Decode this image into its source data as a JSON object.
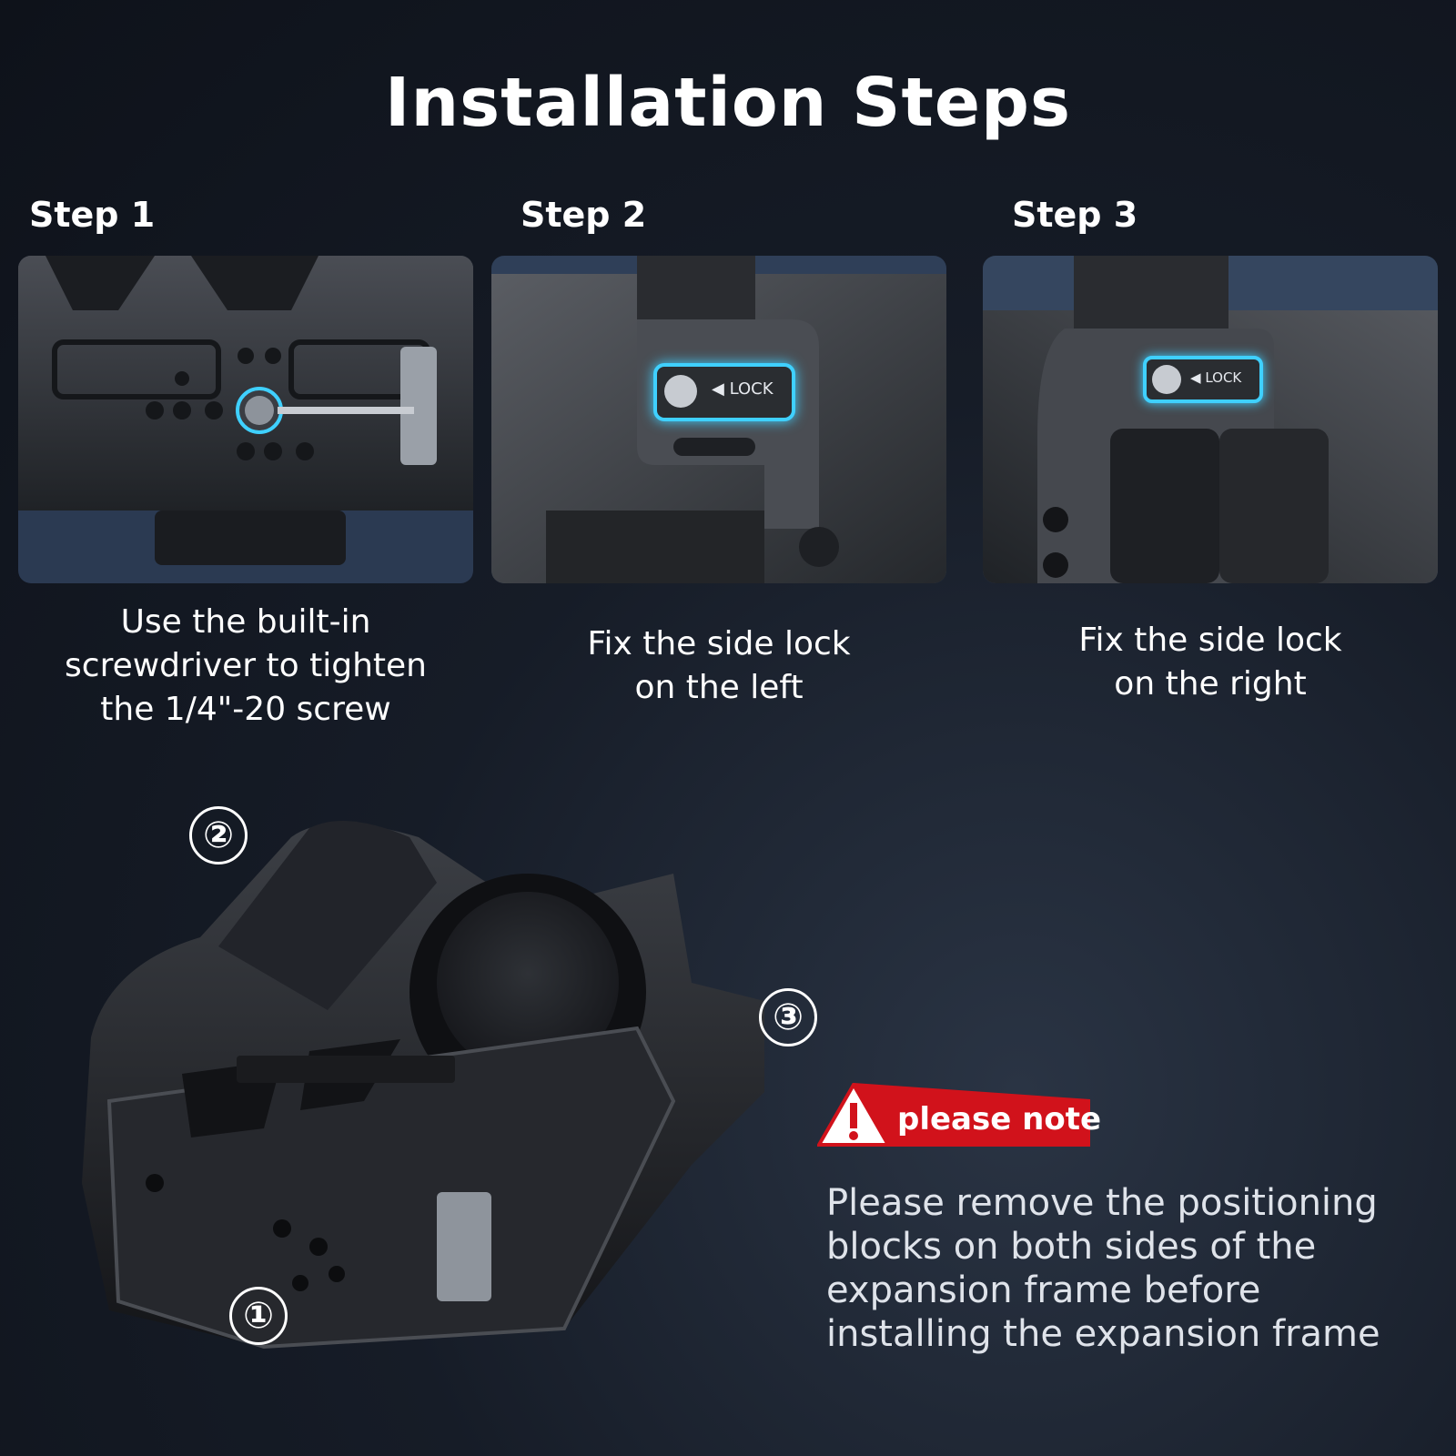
{
  "title": "Installation Steps",
  "steps": [
    {
      "label": "Step 1",
      "caption": [
        "Use the built-in",
        "screwdriver to tighten",
        "the 1/4\"-20 screw"
      ]
    },
    {
      "label": "Step 2",
      "caption": [
        "Fix the side lock",
        "on the left"
      ],
      "lock_text": "LOCK"
    },
    {
      "label": "Step 3",
      "caption": [
        "Fix the side lock",
        "on the right"
      ],
      "lock_text": "LOCK"
    }
  ],
  "callouts": [
    "①",
    "②",
    "③"
  ],
  "note": {
    "badge": "please note",
    "text": "Please remove the positioning blocks on both sides of the expansion frame before installing the expansion frame",
    "badge_color": "#d1121b"
  },
  "colors": {
    "highlight": "#3fd0ff"
  }
}
